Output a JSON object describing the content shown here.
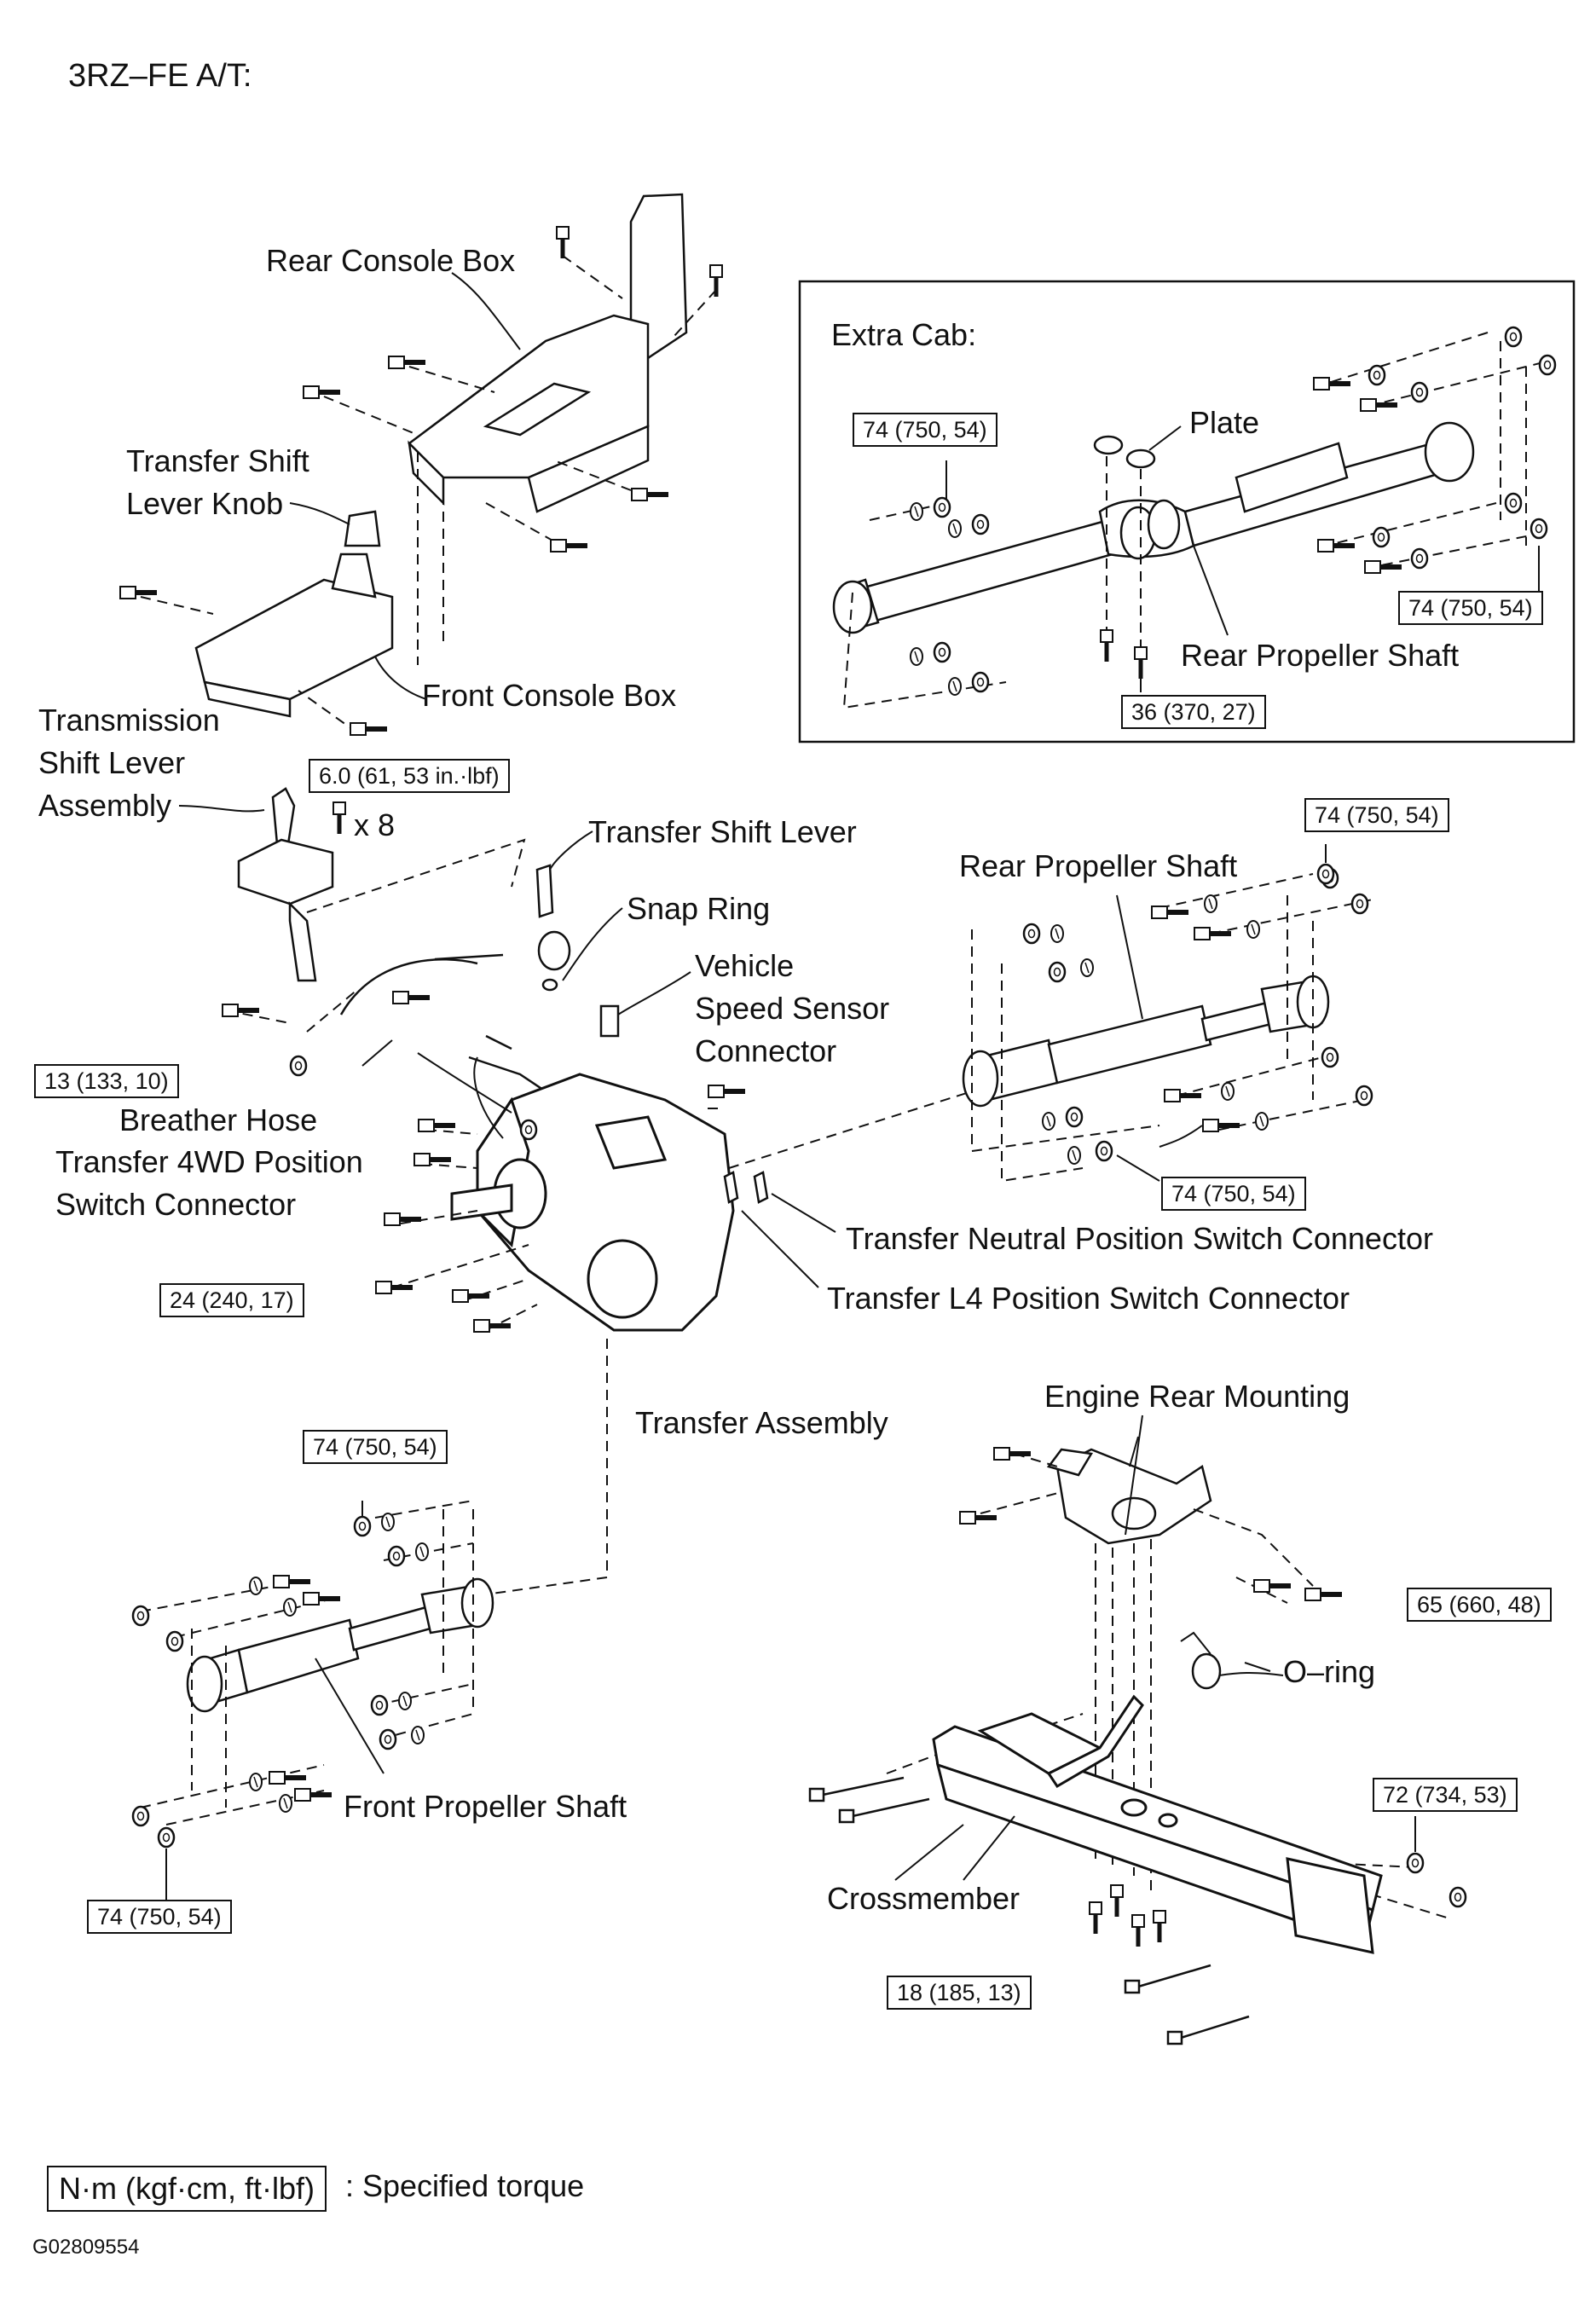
{
  "header": {
    "title": "3RZ–FE A/T:"
  },
  "extra_cab": {
    "title": "Extra Cab:",
    "plate": "Plate",
    "rear_propeller_shaft": "Rear Propeller Shaft",
    "torque_top_left": "74 (750, 54)",
    "torque_right": "74 (750, 54)",
    "torque_bottom": "36 (370, 27)"
  },
  "labels": {
    "rear_console_box": "Rear Console Box",
    "transfer_shift_lever_knob_1": "Transfer Shift",
    "transfer_shift_lever_knob_2": "Lever Knob",
    "front_console_box": "Front Console Box",
    "transmission_shift_lever_1": "Transmission",
    "transmission_shift_lever_2": "Shift Lever",
    "transmission_shift_lever_3": "Assembly",
    "times_eight": "x 8",
    "transfer_shift_lever": "Transfer Shift Lever",
    "snap_ring": "Snap Ring",
    "vehicle_speed_sensor_1": "Vehicle",
    "vehicle_speed_sensor_2": "Speed Sensor",
    "vehicle_speed_sensor_3": "Connector",
    "breather_hose": "Breather Hose",
    "transfer_4wd_1": "Transfer 4WD Position",
    "transfer_4wd_2": "Switch Connector",
    "transfer_neutral": "Transfer Neutral Position Switch Connector",
    "transfer_l4": "Transfer L4 Position Switch Connector",
    "transfer_assembly": "Transfer Assembly",
    "rear_propeller_shaft": "Rear Propeller Shaft",
    "front_propeller_shaft": "Front Propeller Shaft",
    "engine_rear_mounting": "Engine Rear Mounting",
    "o_ring": "O–ring",
    "crossmember": "Crossmember"
  },
  "torque": {
    "shift_lever": "6.0 (61, 53 in.·lbf)",
    "breather": "13 (133, 10)",
    "transfer_bolts": "24 (240, 17)",
    "rear_shaft_top": "74 (750, 54)",
    "rear_shaft_bottom": "74 (750, 54)",
    "front_shaft_top": "74 (750, 54)",
    "front_shaft_bottom": "74 (750, 54)",
    "engine_mount": "65 (660, 48)",
    "crossmember_right": "72 (734, 53)",
    "crossmember_bottom": "18 (185, 13)"
  },
  "legend": {
    "unit_box": "N·m (kgf·cm, ft·lbf)",
    "description": ": Specified torque"
  },
  "footer": {
    "code": "G02809554"
  }
}
